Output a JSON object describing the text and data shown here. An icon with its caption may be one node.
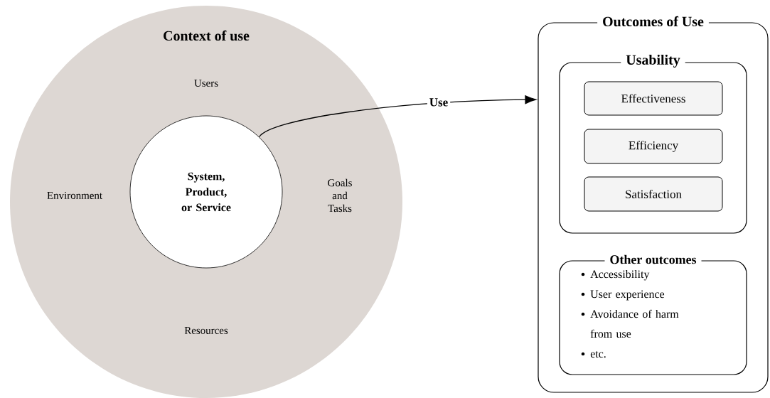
{
  "diagram": {
    "nodes": [
      {
        "text": [
          "Context of use",
          "Users",
          "Environment",
          "Goals and Tasks",
          "Resources"
        ]
      },
      {
        "text": [
          "System, Product, or Service"
        ],
        "in": 0
      },
      {
        "text": [
          "Outcomes of Use"
        ]
      },
      {
        "text": [
          "Usability"
        ],
        "in": 2
      },
      {
        "text": [
          "Effectiveness"
        ],
        "in": 3
      },
      {
        "text": [
          "Efficiency"
        ],
        "in": 3
      },
      {
        "text": [
          "Satisfaction"
        ],
        "in": 3
      },
      {
        "text": [
          "Other outcomes",
          "Accessibility",
          "User experience",
          "Avoidance of harm from use",
          "etc."
        ],
        "in": 2
      }
    ],
    "edges": [
      {
        "from": 1,
        "to": 2,
        "arrow": "to",
        "label": "Use"
      }
    ]
  }
}
